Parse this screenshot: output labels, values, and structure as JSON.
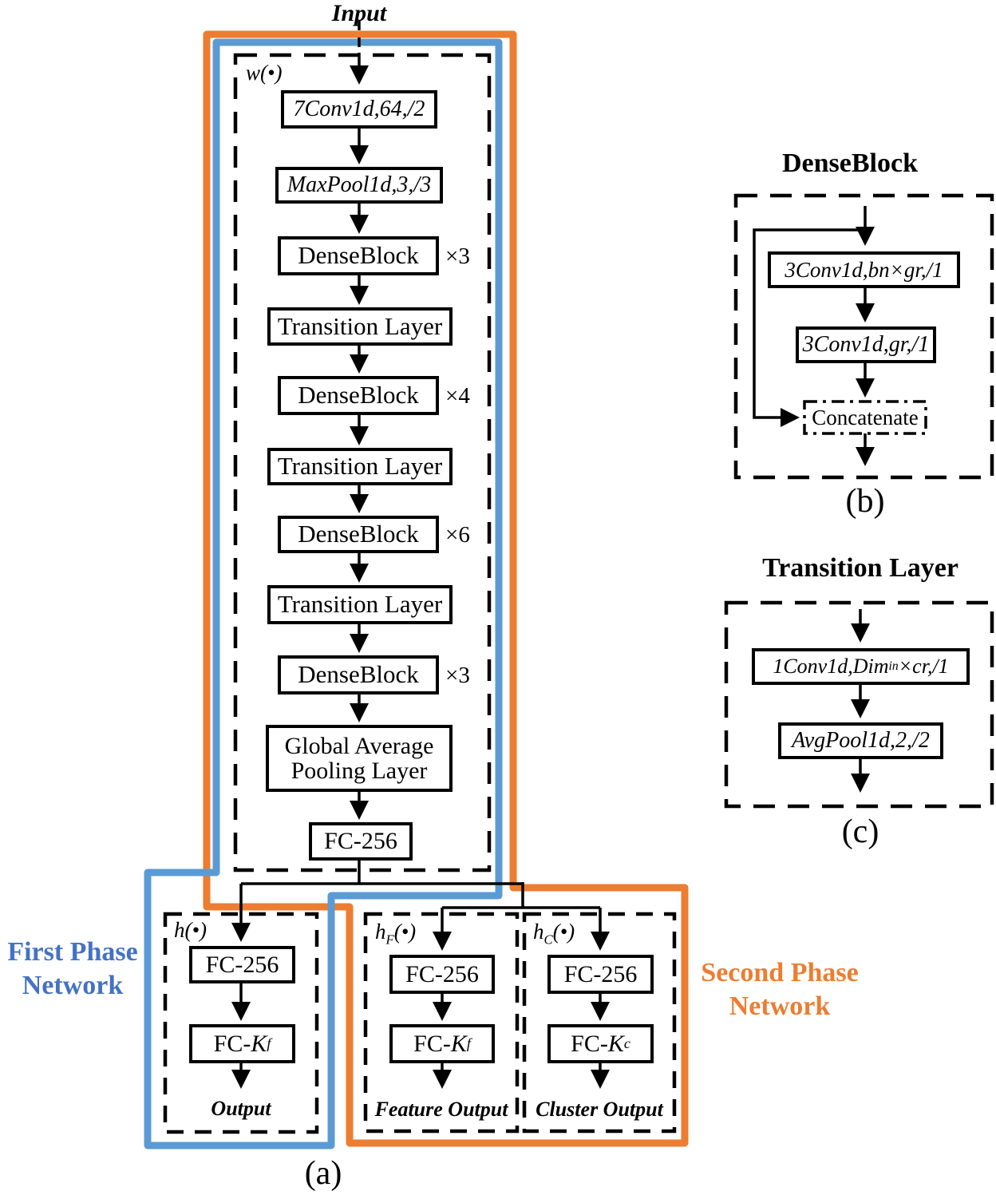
{
  "colors": {
    "orange": "#ED7D31",
    "blue": "#5B9BD5",
    "blue_text": "#4472C4",
    "black": "#000000"
  },
  "input_label": "Input",
  "caption_a": "(a)",
  "first_phase": {
    "line1": "First Phase",
    "line2": "Network"
  },
  "second_phase": {
    "line1": "Second Phase",
    "line2": "Network"
  },
  "main_column": {
    "func_label_var": "w",
    "func_label_rest": "(•)",
    "conv1": "7Conv1d,64,/2",
    "pool1": "MaxPool1d,3,/3",
    "dense1": "DenseBlock",
    "dense1_mult": "×3",
    "trans1": "Transition Layer",
    "dense2": "DenseBlock",
    "dense2_mult": "×4",
    "trans2": "Transition Layer",
    "dense3": "DenseBlock",
    "dense3_mult": "×6",
    "trans3": "Transition Layer",
    "dense4": "DenseBlock",
    "dense4_mult": "×3",
    "gap": "Global Average Pooling Layer",
    "fc": "FC-256"
  },
  "branch_output": {
    "func_var": "h",
    "func_sub": "",
    "func_rest": "(•)",
    "fc1": "FC-256",
    "fc2_pre": "FC-",
    "fc2_var": "K",
    "fc2_sub": "f",
    "label": "Output"
  },
  "branch_feature": {
    "func_var": "h",
    "func_sub": "F",
    "func_rest": "(•)",
    "fc1": "FC-256",
    "fc2_pre": "FC-",
    "fc2_var": "K",
    "fc2_sub": "f",
    "label": "Feature Output"
  },
  "branch_cluster": {
    "func_var": "h",
    "func_sub": "C",
    "func_rest": "(•)",
    "fc1": "FC-256",
    "fc2_pre": "FC-",
    "fc2_var": "K",
    "fc2_sub": "c",
    "label": "Cluster Output"
  },
  "panel_b": {
    "title": "DenseBlock",
    "conv1": "3Conv1d,bn×gr,/1",
    "conv2": "3Conv1d,gr,/1",
    "concat": "Concatenate",
    "caption": "(b)"
  },
  "panel_c": {
    "title": "Transition Layer",
    "conv1_pre": "1Conv1d,",
    "conv1_var": "Dim",
    "conv1_sub": "in",
    "conv1_post": "×cr,/1",
    "pool": "AvgPool1d,2,/2",
    "caption": "(c)"
  }
}
